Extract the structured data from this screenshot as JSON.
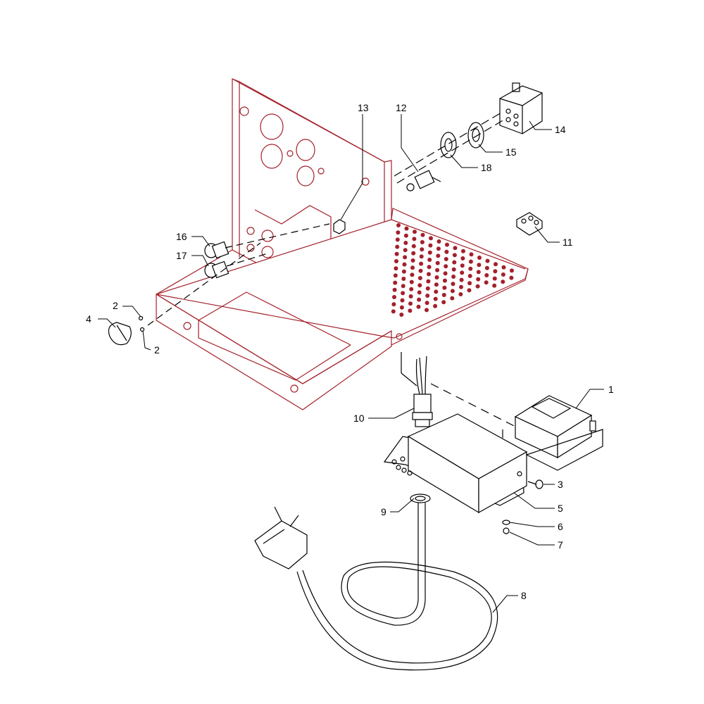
{
  "diagram": {
    "colors": {
      "frame": "#a3202a",
      "parts": "#000000",
      "background": "#ffffff"
    },
    "callouts": [
      {
        "id": "c1",
        "text": "1"
      },
      {
        "id": "c2a",
        "text": "2"
      },
      {
        "id": "c2b",
        "text": "2"
      },
      {
        "id": "c3",
        "text": "3"
      },
      {
        "id": "c4",
        "text": "4"
      },
      {
        "id": "c5",
        "text": "5"
      },
      {
        "id": "c6",
        "text": "6"
      },
      {
        "id": "c7",
        "text": "7"
      },
      {
        "id": "c8",
        "text": "8"
      },
      {
        "id": "c9",
        "text": "9"
      },
      {
        "id": "c10",
        "text": "10"
      },
      {
        "id": "c11",
        "text": "11"
      },
      {
        "id": "c12",
        "text": "12"
      },
      {
        "id": "c13",
        "text": "13"
      },
      {
        "id": "c14",
        "text": "14"
      },
      {
        "id": "c15",
        "text": "15"
      },
      {
        "id": "c16",
        "text": "16"
      },
      {
        "id": "c17",
        "text": "17"
      },
      {
        "id": "c18",
        "text": "18"
      }
    ]
  }
}
